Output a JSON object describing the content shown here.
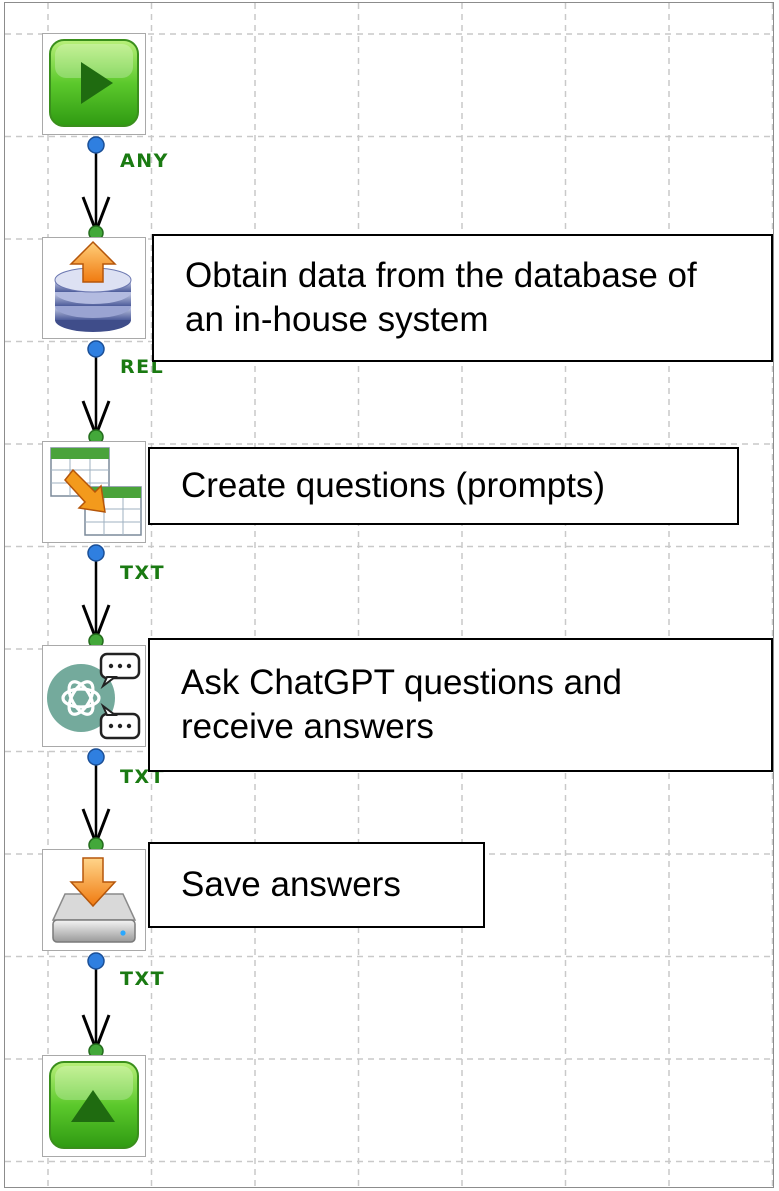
{
  "steps": [
    {
      "icon": "start-icon",
      "text": ""
    },
    {
      "icon": "database-export-icon",
      "text": "Obtain data from the database of an in-house system"
    },
    {
      "icon": "table-transform-icon",
      "text": "Create questions (prompts)"
    },
    {
      "icon": "chatgpt-chat-icon",
      "text": "Ask ChatGPT questions and receive answers"
    },
    {
      "icon": "save-drive-icon",
      "text": "Save answers"
    },
    {
      "icon": "end-icon",
      "text": ""
    }
  ],
  "connectors": [
    {
      "label": "ANY"
    },
    {
      "label": "REL"
    },
    {
      "label": "TXT"
    },
    {
      "label": "TXT"
    },
    {
      "label": "TXT"
    }
  ],
  "colors": {
    "port_top": "#2f7fe0",
    "port_bottom": "#43a83a",
    "label": "#1a7a12",
    "play_green": "#5cc92c",
    "grid": "#c9c9c9"
  }
}
